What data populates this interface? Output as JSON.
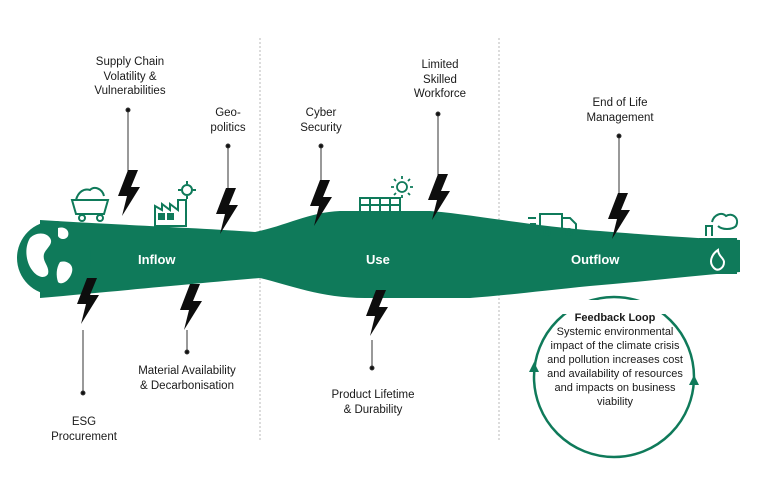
{
  "stages": {
    "inflow": "Inflow",
    "use": "Use",
    "outflow": "Outflow"
  },
  "risks": {
    "supply_chain": "Supply Chain\nVolatility &\nVulnerabilities",
    "geopolitics": "Geo-\npolitics",
    "cyber_security": "Cyber\nSecurity",
    "limited_workforce": "Limited\nSkilled\nWorkforce",
    "end_of_life": "End of Life\nManagement",
    "esg_procurement": "ESG\nProcurement",
    "material_availability": "Material Availability\n& Decarbonisation",
    "product_lifetime": "Product Lifetime\n& Durability"
  },
  "feedback": {
    "title": "Feedback Loop",
    "text": "Systemic environmental impact of the climate crisis and pollution increases cost and availability of resources and impacts on business viability"
  },
  "icons": [
    "globe-icon",
    "mine-cart-icon",
    "factory-icon",
    "solar-panel-icon",
    "sun-icon",
    "delivery-truck-icon",
    "incinerator-icon",
    "lightning-bolt-icon",
    "cycle-arrow-icon"
  ],
  "colors": {
    "accent": "#0f7a5a",
    "bolt": "#0d0d0d",
    "divider": "#b9b9b9"
  }
}
